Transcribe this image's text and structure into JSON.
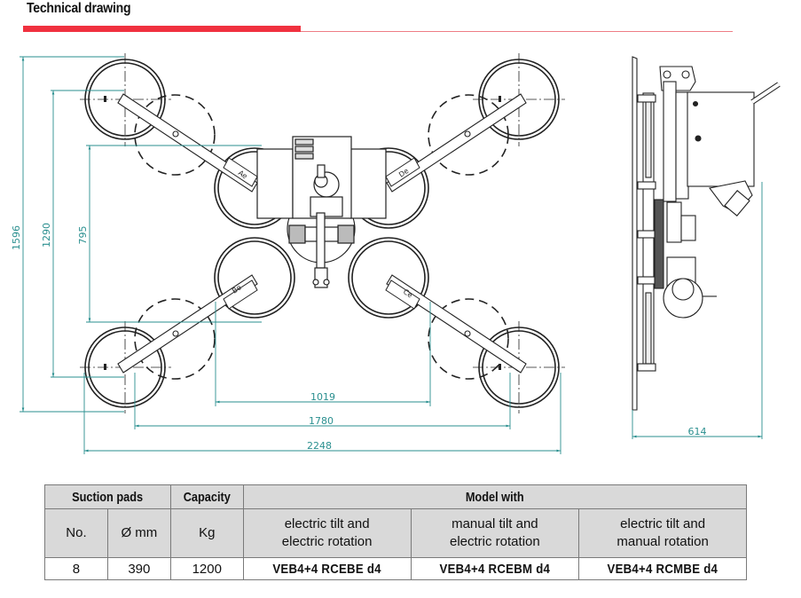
{
  "header": {
    "title": "Technical drawing",
    "accent_color": "#f0313f"
  },
  "drawing": {
    "front_view": {
      "dimensions_vertical": [
        "1596",
        "1290",
        "795"
      ],
      "dimensions_horizontal": [
        "1019",
        "1780",
        "2248"
      ],
      "arm_labels": [
        "Ae",
        "De",
        "Be",
        "Ce"
      ]
    },
    "side_view": {
      "dimension": "614"
    },
    "dimension_color": "#2a8f8f"
  },
  "table": {
    "headers": {
      "suction_pads": "Suction pads",
      "capacity": "Capacity",
      "model_with": "Model with"
    },
    "subheaders": {
      "no": "No.",
      "diameter": "Ø mm",
      "kg": "Kg",
      "model_1": [
        "electric tilt and",
        "electric rotation"
      ],
      "model_2": [
        "manual tilt and",
        "electric rotation"
      ],
      "model_3": [
        "electric tilt and",
        "manual rotation"
      ]
    },
    "rows": [
      {
        "no": "8",
        "diameter": "390",
        "capacity": "1200",
        "model_1": "VEB4+4 RCEBE d4",
        "model_2": "VEB4+4 RCEBM d4",
        "model_3": "VEB4+4 RCMBE d4"
      }
    ]
  }
}
